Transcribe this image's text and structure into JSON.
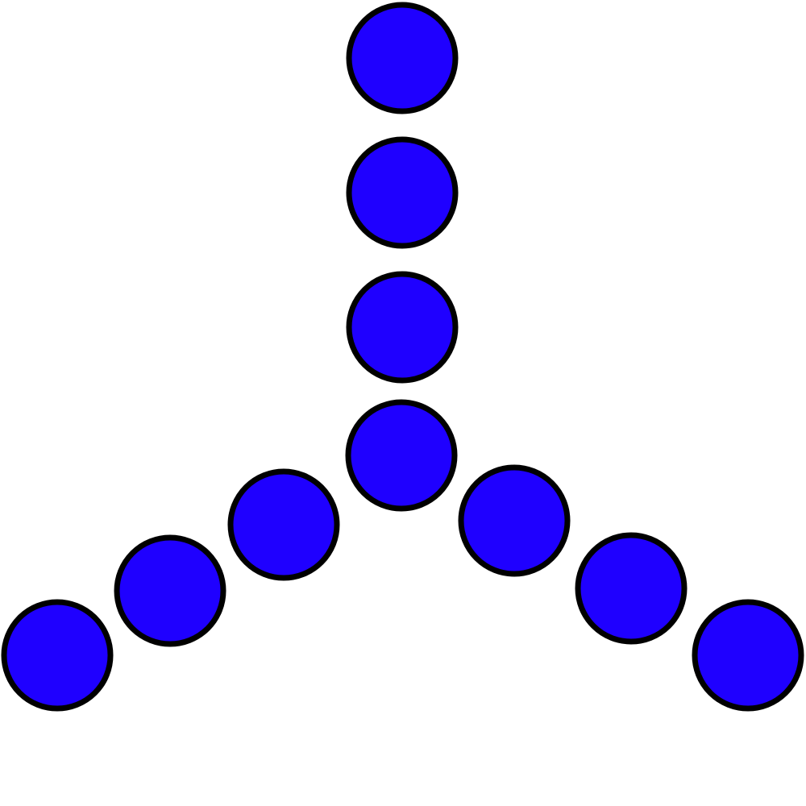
{
  "diagram": {
    "shape": "three-armed-star",
    "arms": [
      {
        "direction": "up",
        "dot_count": 3
      },
      {
        "direction": "lower-left",
        "dot_count": 3
      },
      {
        "direction": "lower-right",
        "dot_count": 3
      }
    ],
    "center_dot_count": 1,
    "total_dots": 10
  },
  "colors": {
    "dot_fill": "#1f00ff",
    "dot_stroke": "#000000",
    "background": "#ffffff"
  }
}
